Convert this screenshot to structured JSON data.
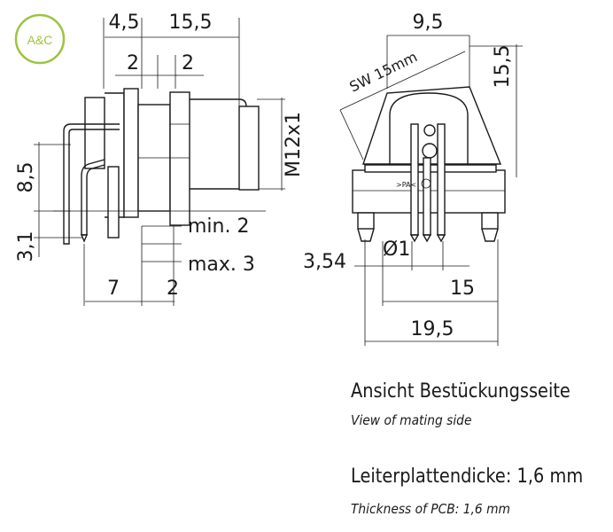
{
  "logo": {
    "text": "A&C",
    "color": "#9bc53d"
  },
  "left_view": {
    "dims": {
      "top_a": "4,5",
      "top_b": "15,5",
      "mid_a": "2",
      "mid_b": "2",
      "left_a": "8,5",
      "left_b": "3,1",
      "thread": "M12x1",
      "min": "min. 2",
      "max": "max. 3",
      "bottom_a": "7",
      "bottom_b": "2"
    }
  },
  "right_view": {
    "dims": {
      "width_top": "9,5",
      "height": "15,5",
      "wrench": "SW 15mm",
      "offset": "3,54",
      "pin_dia": "Ø1",
      "pitch": "15",
      "width_bottom": "19,5"
    },
    "marking": ">PA<"
  },
  "notes": {
    "view_de": "Ansicht Bestückungsseite",
    "view_en": "View of mating side",
    "pcb_de": "Leiterplattendicke: 1,6 mm",
    "pcb_en": "Thickness of PCB: 1,6 mm"
  }
}
